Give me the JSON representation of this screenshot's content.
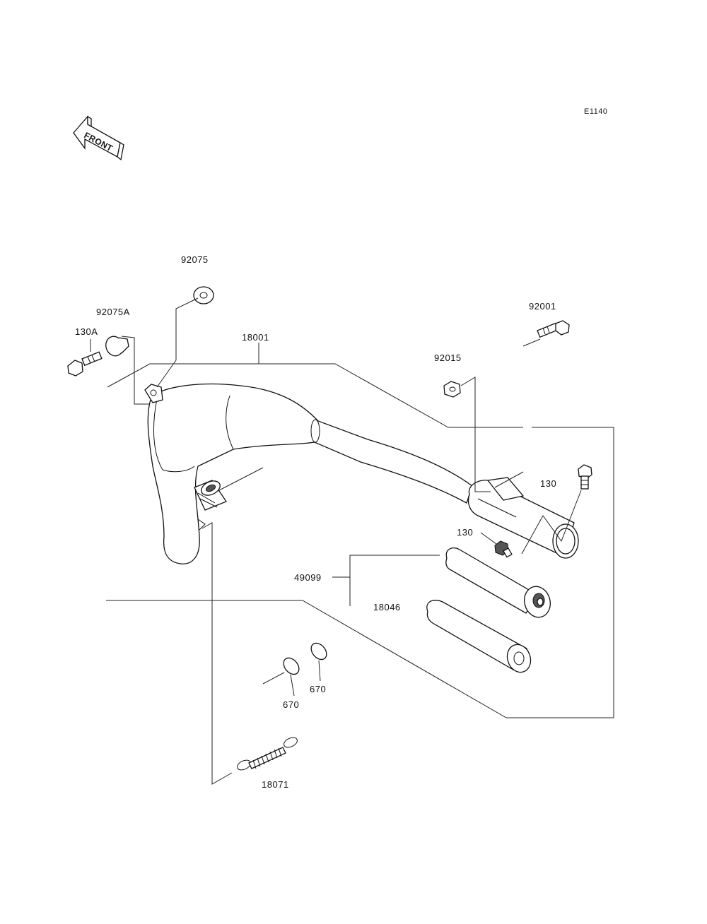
{
  "diagram_code": "E1140",
  "front_label": "FRONT",
  "part_numbers": {
    "p92075": "92075",
    "p92075A": "92075A",
    "p130A": "130A",
    "p18001": "18001",
    "p92001": "92001",
    "p92015": "92015",
    "p130_upper": "130",
    "p130_lower": "130",
    "p49099": "49099",
    "p18046": "18046",
    "p670_left": "670",
    "p670_right": "670",
    "p18071": "18071"
  }
}
